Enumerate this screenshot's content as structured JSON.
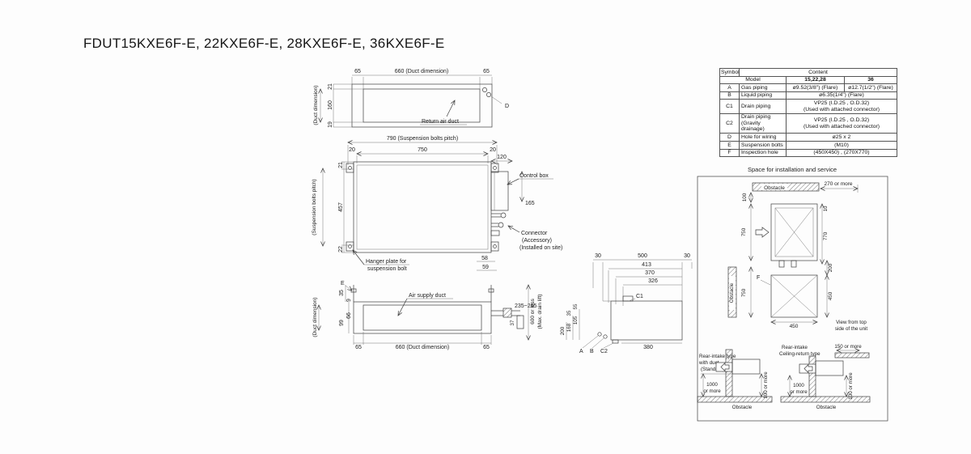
{
  "title": "FDUT15KXE6F-E, 22KXE6F-E, 28KXE6F-E, 36KXE6F-E",
  "views": {
    "top": {
      "dim_65": "65",
      "dim_660": "660 (Duct dimension)",
      "dim_21": "21",
      "dim_160": "160",
      "dim_19": "19",
      "axis": "(Duct dimension)",
      "return_air_duct": "Return air duct",
      "marker_d": "D"
    },
    "plan": {
      "dim_790": "790 (Suspension bolts pitch)",
      "dim_20": "20",
      "dim_750": "750",
      "dim_120": "120",
      "dim_165": "165",
      "dim_21": "21",
      "dim_457": "457",
      "dim_22": "22",
      "dim_58": "58",
      "dim_59": "59",
      "control_box": "Control box",
      "connector_1": "Connector",
      "connector_2": "(Accessory)",
      "connector_3": "(Installed on site)",
      "hanger_1": "Hanger plate for",
      "hanger_2": "suspension bolt",
      "axis": "(Suspension bolts pitch)"
    },
    "front": {
      "marker_e": "E",
      "air_supply_duct": "Air supply duct",
      "dim_35": "35",
      "dim_9": "9",
      "dim_66": "66",
      "dim_99": "99",
      "dim_235_265": "235~265",
      "dim_37": "37",
      "drain_1": "600 or less",
      "drain_2": "(Max. drain lift)",
      "dim_65": "65",
      "dim_660": "660 (Duct dimension)",
      "axis": "(Duct dimension)"
    },
    "side": {
      "dim_30": "30",
      "dim_500": "500",
      "dim_413": "413",
      "dim_370": "370",
      "dim_326": "326",
      "marker_c1": "C1",
      "dim_55": "55",
      "dim_35": "35",
      "dim_105": "105",
      "dim_168": "168",
      "dim_200": "200",
      "marker_a": "A",
      "marker_b": "B",
      "marker_c2": "C2",
      "dim_380": "380"
    }
  },
  "table": {
    "header_symbol": "Symbol",
    "header_content": "Content",
    "model_label": "Model",
    "model_v1": "15,22,28",
    "model_v2": "36",
    "rows": [
      {
        "sym": "A",
        "name": "Gas piping",
        "v1": "ø9.52(3/8\") (Flare)",
        "v2": "ø12.7(1/2\") (Flare)"
      },
      {
        "sym": "B",
        "name": "Liquid piping",
        "v": "ø6.35(1/4\") (Flare)"
      },
      {
        "sym": "C1",
        "name": "Drain piping",
        "v": "VP25 (I.D.25 , O.D.32)",
        "note": "(Used with attached connector)"
      },
      {
        "sym": "C2",
        "name": "Drain piping",
        "name2": "(Gravity drainage)",
        "v": "VP25 (I.D.25 , O.D.32)",
        "note": "(Used with attached connector)"
      },
      {
        "sym": "D",
        "name": "Hole for wiring",
        "v": "ø25 x 2"
      },
      {
        "sym": "E",
        "name": "Suspension bolts",
        "v": "(M10)"
      },
      {
        "sym": "F",
        "name": "Inspection hole",
        "v": "(450X450) , (270X770)"
      }
    ]
  },
  "install": {
    "section_title": "Space for installation and service",
    "dim_270": "270 or more",
    "obstacle": "Obstacle",
    "dim_100": "100",
    "dim_750": "750",
    "dim_10": "10",
    "dim_770": "770",
    "dim_200": "200",
    "dim_450": "450",
    "marker_f": "F",
    "view_note_1": "View from top",
    "view_note_2": "side of the unit",
    "left_type_1": "Rear-intake type",
    "left_type_2": "with duct",
    "left_type_3": "(Standard)",
    "right_type_1": "Rear-intake",
    "right_type_2": "Ceiling-return type",
    "dim_150": "150 or more",
    "dim_1000": "1000",
    "or_more": "or more",
    "dim_100_or_more": "100 or more"
  }
}
